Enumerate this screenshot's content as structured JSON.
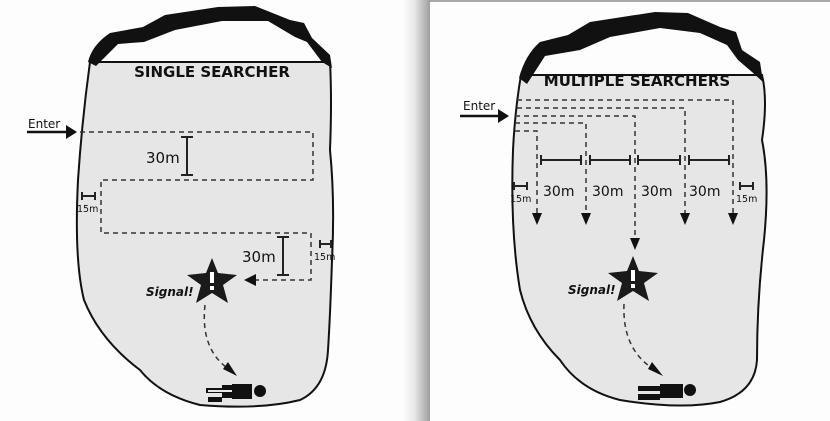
{
  "colors": {
    "area_fill": "#e6e6e6",
    "outline": "#111111",
    "path": "#333333",
    "background": "#fdfdfd"
  },
  "left_panel": {
    "title": "SINGLE SEARCHER",
    "enter_label": "Enter",
    "spacing_labels": {
      "lane_1": "30m",
      "lane_2": "30m",
      "edge_left": "15m",
      "edge_right": "15m"
    },
    "signal_label": "Signal!",
    "signal_icon": "star-exclamation-icon",
    "target_icon": "person-lying-icon"
  },
  "right_panel": {
    "title": "MULTIPLE SEARCHERS",
    "enter_label": "Enter",
    "spacing_labels": {
      "edge_left": "15m",
      "lanes": [
        "30m",
        "30m",
        "30m",
        "30m"
      ],
      "edge_right": "15m"
    },
    "searcher_count": 5,
    "signal_label": "Signal!",
    "signal_icon": "star-exclamation-icon",
    "target_icon": "person-lying-icon"
  }
}
